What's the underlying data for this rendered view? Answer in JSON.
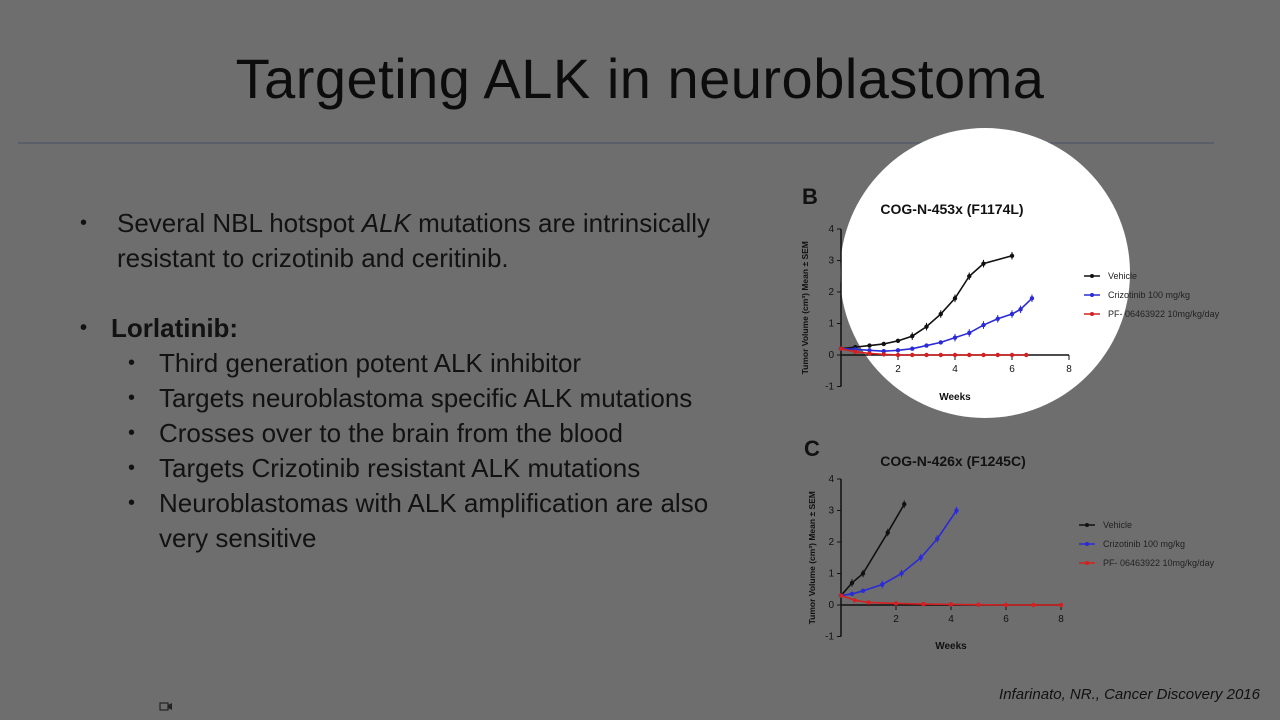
{
  "slide": {
    "title": "Targeting ALK in neuroblastoma",
    "bullet_char": "•",
    "bullet1": {
      "pre": "Several NBL hotspot ",
      "italic": "ALK",
      "post": " mutations are intrinsically resistant to crizotinib and ceritinib."
    },
    "bullet2": "Lorlatinib:",
    "subbullets": [
      "Third generation potent ALK inhibitor",
      "Targets neuroblastoma specific ALK mutations",
      "Crosses over to the brain from the blood",
      "Targets Crizotinib resistant ALK mutations",
      "Neuroblastomas with ALK amplification are also very sensitive"
    ],
    "citation": "Infarinato, NR., Cancer Discovery 2016"
  },
  "chart_data": [
    {
      "type": "line",
      "panel": "B",
      "title": "COG-N-453x (F1174L)",
      "xlabel": "Weeks",
      "ylabel": "Tumor Volume (cm³) Mean ± SEM",
      "xlim": [
        0,
        8
      ],
      "ylim": [
        -1,
        4
      ],
      "xticks": [
        2,
        4,
        6,
        8
      ],
      "yticks": [
        -1,
        0,
        1,
        2,
        3,
        4
      ],
      "legend_position": "right",
      "series": [
        {
          "name": "Vehicle",
          "color": "#111111",
          "x": [
            0,
            0.5,
            1,
            1.5,
            2,
            2.5,
            3,
            3.5,
            4,
            4.5,
            5,
            6
          ],
          "y": [
            0.2,
            0.25,
            0.3,
            0.35,
            0.45,
            0.6,
            0.9,
            1.3,
            1.8,
            2.5,
            2.9,
            3.15
          ]
        },
        {
          "name": "Crizotinib 100 mg/kg",
          "color": "#2b2bd6",
          "x": [
            0,
            0.5,
            1,
            1.5,
            2,
            2.5,
            3,
            3.5,
            4,
            4.5,
            5,
            5.5,
            6,
            6.3,
            6.7
          ],
          "y": [
            0.2,
            0.18,
            0.15,
            0.12,
            0.15,
            0.2,
            0.3,
            0.4,
            0.55,
            0.7,
            0.95,
            1.15,
            1.3,
            1.45,
            1.8
          ]
        },
        {
          "name": "PF- 06463922 10mg/kg/day",
          "color": "#d42020",
          "x": [
            0,
            0.5,
            1,
            1.5,
            2,
            2.5,
            3,
            3.5,
            4,
            4.5,
            5,
            5.5,
            6,
            6.5
          ],
          "y": [
            0.2,
            0.1,
            0.05,
            0.02,
            0,
            0,
            0,
            0,
            0,
            0,
            0,
            0,
            0,
            0
          ]
        }
      ]
    },
    {
      "type": "line",
      "panel": "C",
      "title": "COG-N-426x (F1245C)",
      "xlabel": "Weeks",
      "ylabel": "Tumor Volume (cm³) Mean ± SEM",
      "xlim": [
        0,
        8
      ],
      "ylim": [
        -1,
        4
      ],
      "xticks": [
        2,
        4,
        6,
        8
      ],
      "yticks": [
        -1,
        0,
        1,
        2,
        3,
        4
      ],
      "legend_position": "right",
      "series": [
        {
          "name": "Vehicle",
          "color": "#111111",
          "x": [
            0,
            0.4,
            0.8,
            1.7,
            2.3
          ],
          "y": [
            0.3,
            0.7,
            1.0,
            2.3,
            3.2
          ]
        },
        {
          "name": "Crizotinib 100 mg/kg",
          "color": "#2b2bd6",
          "x": [
            0,
            0.4,
            0.8,
            1.5,
            2.2,
            2.9,
            3.5,
            4.2
          ],
          "y": [
            0.3,
            0.35,
            0.45,
            0.65,
            1.0,
            1.5,
            2.1,
            3.0
          ]
        },
        {
          "name": "PF- 06463922 10mg/kg/day",
          "color": "#d42020",
          "x": [
            0,
            0.5,
            1,
            2,
            3,
            4,
            5,
            6,
            7,
            8
          ],
          "y": [
            0.3,
            0.15,
            0.08,
            0.05,
            0.03,
            0.02,
            0.01,
            0.0,
            0.0,
            0.0
          ]
        }
      ]
    }
  ]
}
